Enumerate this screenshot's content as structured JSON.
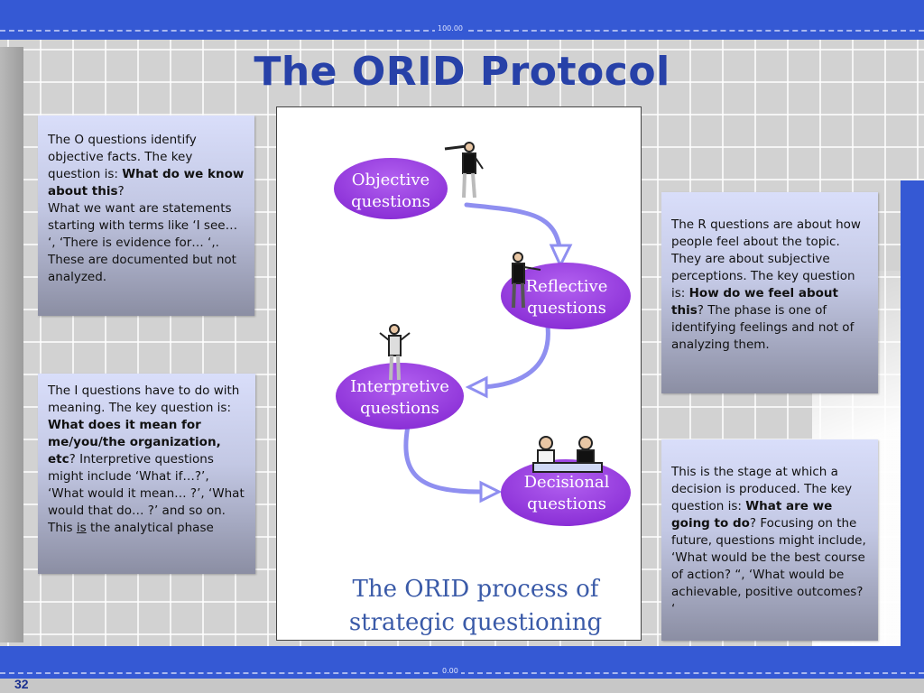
{
  "slide": {
    "title": "The ORID Protocol",
    "page_number": "32",
    "ruler_top": "100.00",
    "ruler_bottom": "0.00"
  },
  "colors": {
    "accent_blue": "#3559d4",
    "title_blue": "#2741a8",
    "ellipse_purple": "#9a3be0",
    "arrow_lavender": "#8f8ff0",
    "caption_blue": "#3a5aa8"
  },
  "boxes": {
    "o": {
      "t1": "The O questions identify objective facts. The key question is: ",
      "b1": "What do we know about this",
      "t2": "?",
      "t3": "What we want are statements starting with terms like ‘I see… ‘, ‘There is evidence for… ‘,. These are documented but not analyzed."
    },
    "r": {
      "t1": "The R questions are about how people feel about the topic. They are about subjective perceptions. The key question is: ",
      "b1": "How do we feel about this",
      "t2": "? The phase is one of identifying feelings and not of analyzing them."
    },
    "i": {
      "t1": "The I questions have to do with meaning. The key question is: ",
      "b1": "What does it mean for me/you/the organization, etc",
      "t2": "? Interpretive questions might include ‘What if…?’, ‘What would it mean… ?’, ‘What would that do… ?’ and so on. This ",
      "u1": "is",
      "t3": " the analytical phase"
    },
    "d": {
      "t1": "This is the stage at which a decision is produced. The key question is: ",
      "b1": "What are we going to do",
      "t2": "? Focusing on the future, questions might include, ‘What would be the best course of action? “, ‘What would be achievable, positive outcomes? ‘"
    }
  },
  "diagram": {
    "nodes": [
      {
        "line1": "Objective",
        "line2": "questions"
      },
      {
        "line1": "Reflective",
        "line2": "questions"
      },
      {
        "line1": "Interpretive",
        "line2": "questions"
      },
      {
        "line1": "Decisional",
        "line2": "questions"
      }
    ],
    "caption_line1": "The ORID process of",
    "caption_line2": "strategic questioning"
  }
}
